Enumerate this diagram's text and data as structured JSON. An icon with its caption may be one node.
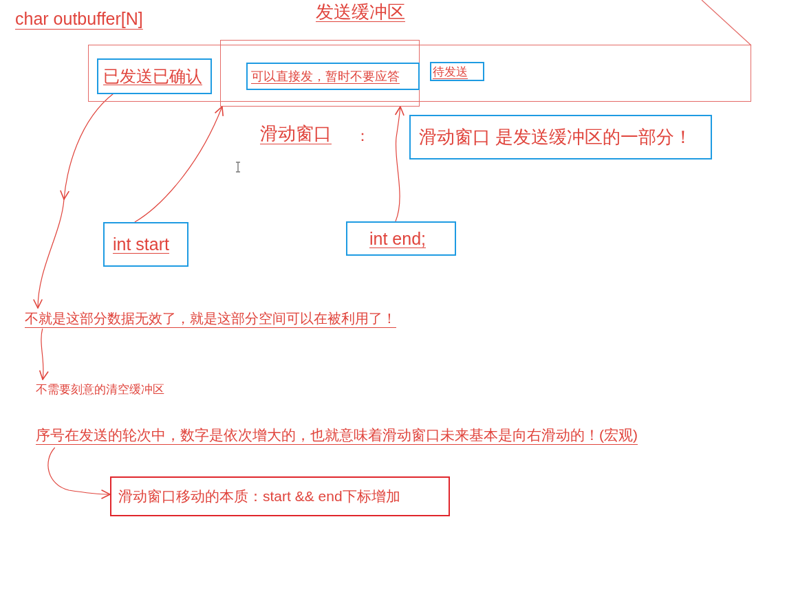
{
  "diagram": {
    "nodes": [
      {
        "text": [
          "发送缓冲区"
        ],
        "beside": [
          "char outbuffer[N]"
        ]
      },
      {
        "text": [
          "已发送已确认"
        ],
        "in": 0
      },
      {
        "text": [],
        "shape": "box"
      },
      {
        "text": [
          "可以直接发，暂时不要应答"
        ],
        "in": 2
      },
      {
        "text": [
          "待发送"
        ],
        "in": 0
      },
      {
        "text": [
          "滑动窗口 是发送缓冲区的一部分！"
        ]
      },
      {
        "text": [
          "int start"
        ]
      },
      {
        "text": [
          "int end;"
        ]
      },
      {
        "text": [
          "不就是这部分数据无效了，就是这部分空间可以在被利用了！"
        ]
      },
      {
        "text": [
          "不需要刻意的清空缓冲区"
        ]
      },
      {
        "text": [
          "序号在发送的轮次中，数字是依次增大的，也就意味着滑动窗口未来基本是向右滑动的！(宏观)"
        ]
      },
      {
        "text": [
          "滑动窗口移动的本质：start && end下标增加"
        ]
      }
    ],
    "edges": [
      {
        "from": 1,
        "to": 8,
        "arrow": "to"
      },
      {
        "from": 6,
        "to": 2,
        "arrow": "to"
      },
      {
        "from": 7,
        "to": 2,
        "arrow": "to"
      },
      {
        "from": 8,
        "to": 9,
        "arrow": "to"
      },
      {
        "from": 10,
        "to": 11,
        "arrow": "to"
      }
    ],
    "labels": [
      "滑动窗口",
      "："
    ]
  }
}
